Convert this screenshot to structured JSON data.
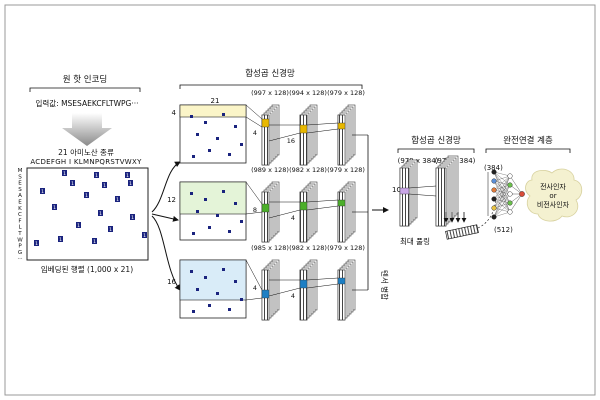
{
  "one_hot": {
    "title": "원 핫 인코딩",
    "input_label": "입력값: MSESAEKCFLTWPG···",
    "aa_types": "21 아미노산 종류",
    "aa_letters": "ACDEFGH I KLMNPQRSTVWXY",
    "seq_letters": [
      "M",
      "S",
      "E",
      "S",
      "A",
      "E",
      "K",
      "C",
      "F",
      "L",
      "T",
      "W",
      "P",
      "G",
      "···"
    ],
    "cell_value": "1",
    "matrix_caption": "임베딩된 행렬 (1,000 x 21)"
  },
  "conv1": {
    "title": "합성곱 신경망",
    "width_label": "21",
    "branches": [
      {
        "kernel": "4",
        "dims": [
          "(997 x 128)",
          "(994 x 128)",
          "(979 x 128)"
        ],
        "k2": "4",
        "k3": "16",
        "color": "#f2e08a",
        "accent": "#e8b800",
        "bg": "#fbf5c8"
      },
      {
        "kernel": "12",
        "dims": [
          "(989 x 128)",
          "(982 x 128)",
          "(979 x 128)"
        ],
        "k2": "8",
        "k3": "4",
        "color": "#bfe3a8",
        "accent": "#4caf2a",
        "bg": "#e4f4d8"
      },
      {
        "kernel": "16",
        "dims": [
          "(985 x 128)",
          "(982 x 128)",
          "(979 x 128)"
        ],
        "k2": "4",
        "k3": "4",
        "color": "#b3d8ee",
        "accent": "#1d7fc4",
        "bg": "#d9ecf8"
      }
    ],
    "concat_label": "텐서 병합"
  },
  "conv2": {
    "title": "합성곱 신경망",
    "dims": [
      "(979 x 384)",
      "(979 x 384)"
    ],
    "kernel": "1C",
    "pool_label": "최대 풀링"
  },
  "fc": {
    "title": "완전연결 계층",
    "dim_top": "(384)",
    "dim_bottom": "(512)",
    "out_line1": "전사인자",
    "out_line2": "or",
    "out_line3": "비전사인자"
  }
}
